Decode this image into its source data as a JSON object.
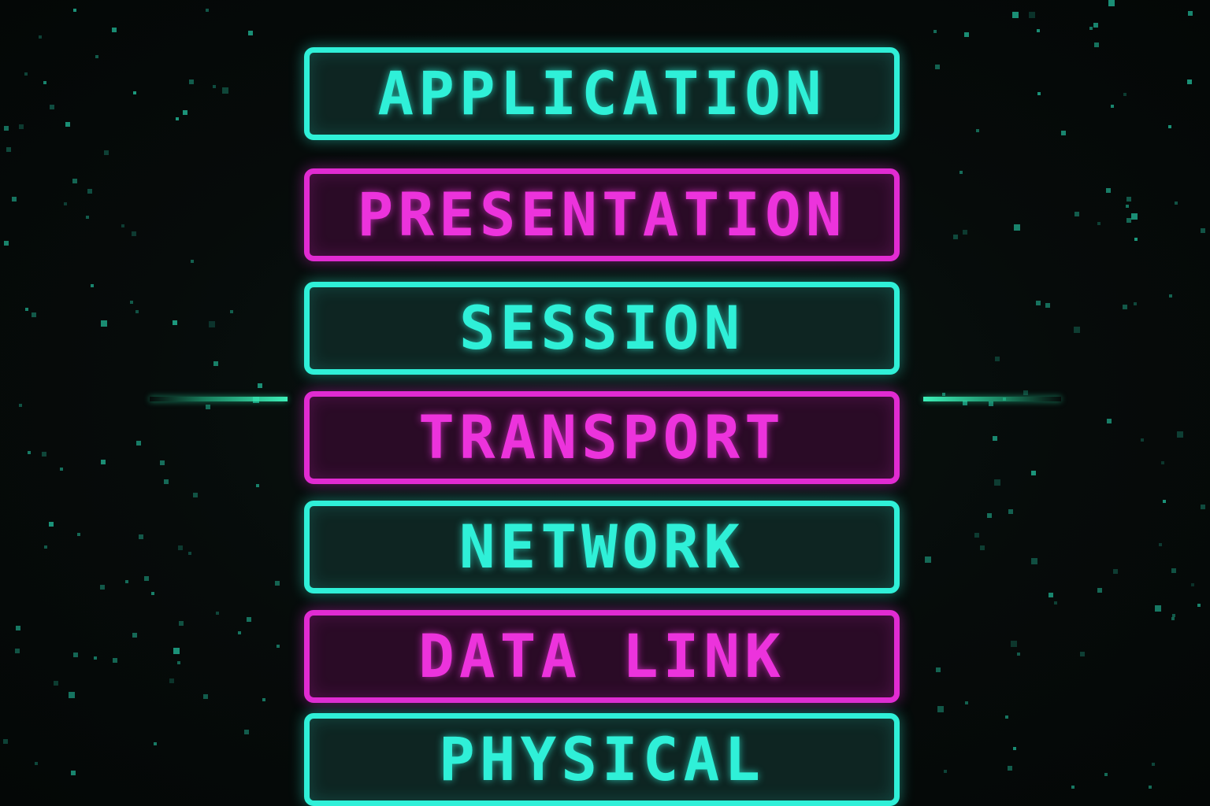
{
  "diagram": {
    "layers": [
      {
        "label": "APPLICATION",
        "color": "#2ff0d8"
      },
      {
        "label": "PRESENTATION",
        "color": "#e12bd2"
      },
      {
        "label": "SESSION",
        "color": "#2ff0d8"
      },
      {
        "label": "TRANSPORT",
        "color": "#e12bd2"
      },
      {
        "label": "NETWORK",
        "color": "#2ff0d8"
      },
      {
        "label": "DATA LINK",
        "color": "#e12bd2"
      },
      {
        "label": "PHYSICAL",
        "color": "#2ff0d8"
      }
    ]
  },
  "colors": {
    "background": "#050908",
    "cyan_accent": "#2ff0d8",
    "magenta_accent": "#e12bd2",
    "divider_line": "#3df0b8"
  }
}
